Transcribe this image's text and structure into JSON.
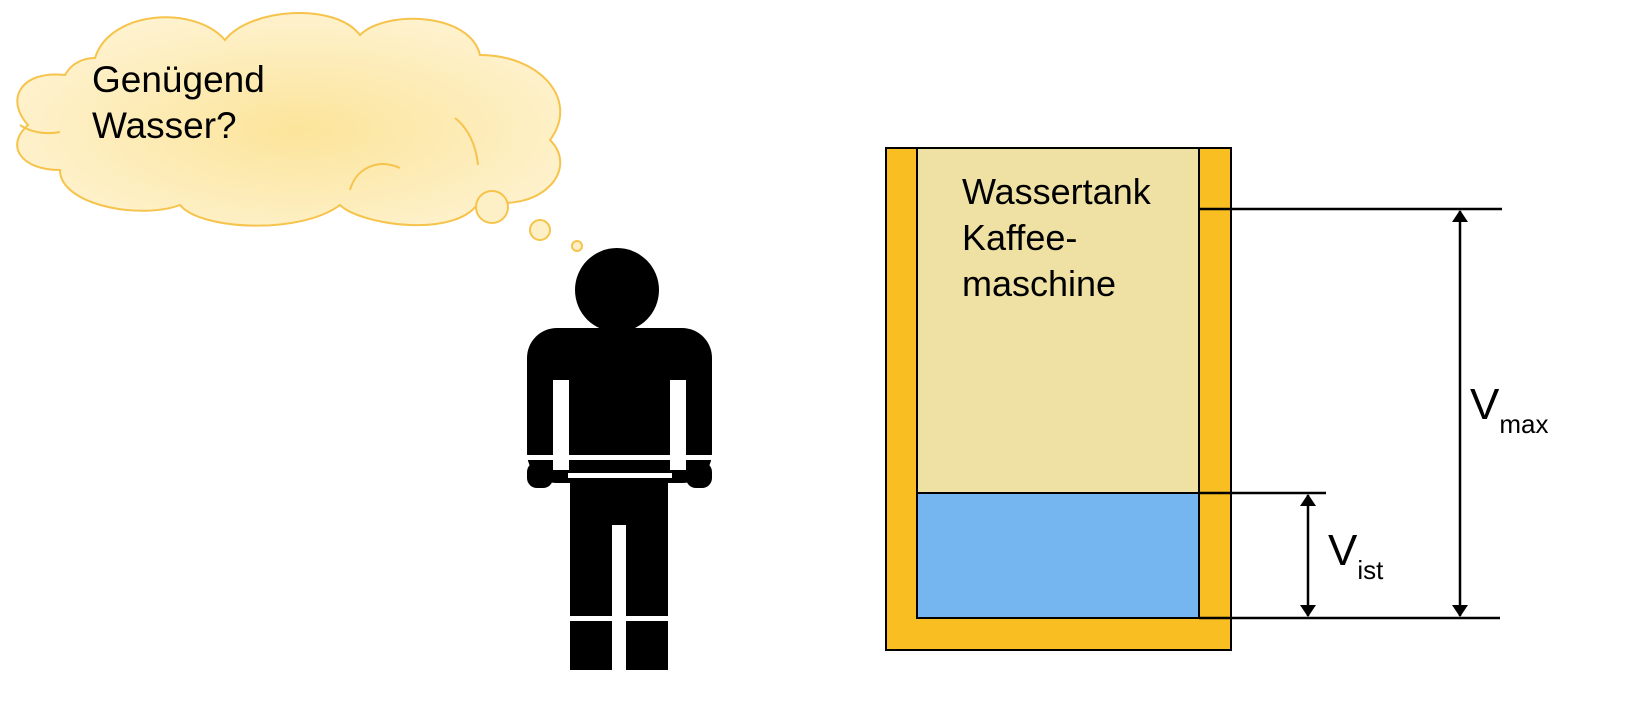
{
  "thought_bubble": {
    "lines": [
      "Genügend",
      "Wasser?"
    ],
    "fill_center": "#FCE49A",
    "fill_edge": "#FEF3D2",
    "stroke": "#F6C34B"
  },
  "person": {
    "icon": "person-icon",
    "color": "#000000"
  },
  "tank": {
    "label_lines": [
      "Wassertank",
      "Kaffee-",
      "maschine"
    ],
    "wall_color": "#F9BE22",
    "inner_color": "#EEE1A3",
    "water_color": "#76B6F0",
    "fill_fraction_of_max": 0.2
  },
  "dimensions": {
    "max": {
      "main": "V",
      "sub": "max"
    },
    "ist": {
      "main": "V",
      "sub": "ist"
    }
  }
}
